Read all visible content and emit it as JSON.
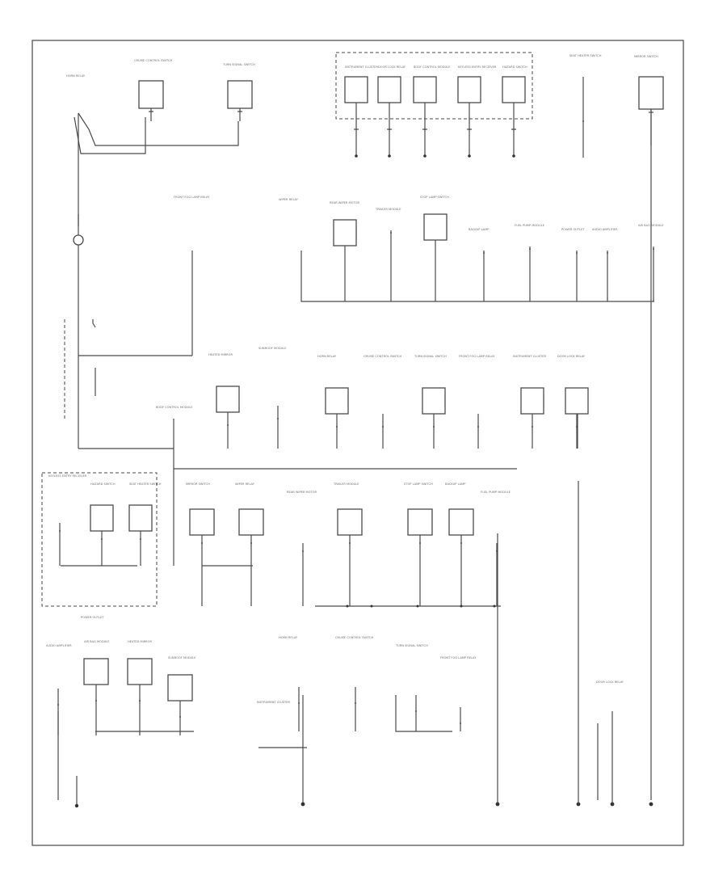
{
  "diagram": {
    "footer_code": "",
    "legend": [
      "",
      ""
    ],
    "components": [
      "HORN RELAY",
      "CRUISE CONTROL SWITCH",
      "TURN SIGNAL SWITCH",
      "FRONT FOG LAMP RELAY",
      "INSTRUMENT CLUSTER",
      "DOOR LOCK RELAY",
      "BODY CONTROL MODULE",
      "KEYLESS ENTRY RECEIVER",
      "HAZARD SWITCH",
      "SEAT HEATER SWITCH",
      "MIRROR SWITCH",
      "WIPER RELAY",
      "REAR WIPER MOTOR",
      "TRAILER MODULE",
      "STOP LAMP SWITCH",
      "BACKUP LAMP",
      "FUEL PUMP MODULE",
      "POWER OUTLET",
      "AUDIO AMPLIFIER",
      "AIR BAG MODULE",
      "HEATED MIRROR",
      "SUNROOF MODULE"
    ],
    "wire_labels": [
      "",
      "",
      "",
      "",
      "",
      ""
    ],
    "connector_notes": [
      "",
      "",
      "",
      "",
      "",
      "",
      "",
      ""
    ],
    "ground_labels": [
      "",
      ""
    ]
  }
}
